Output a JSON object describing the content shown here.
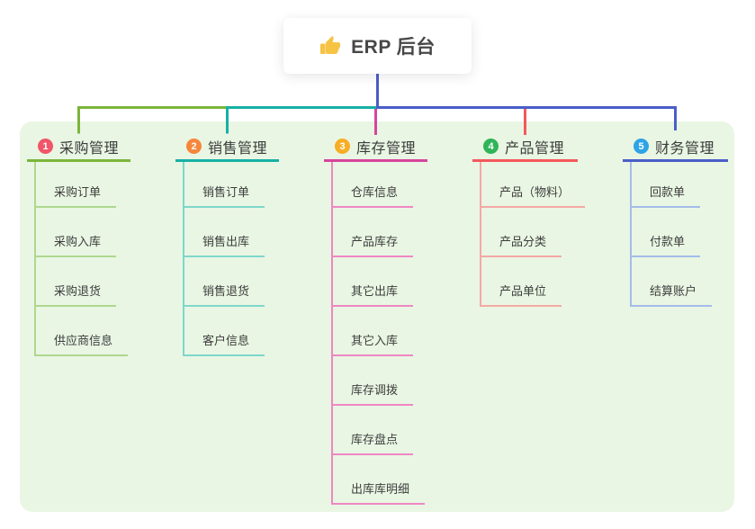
{
  "root": {
    "title": "ERP 后台",
    "icon": "thumbs-up-icon",
    "icon_color": "#F6C344"
  },
  "branches": [
    {
      "index": "1",
      "label": "采购管理",
      "badge_color": "#F0556A",
      "line_color": "#7BB53A",
      "light_line_color": "#AFD78F",
      "children": [
        "采购订单",
        "采购入库",
        "采购退货",
        "供应商信息"
      ]
    },
    {
      "index": "2",
      "label": "销售管理",
      "badge_color": "#F6863C",
      "line_color": "#17B0A5",
      "light_line_color": "#7ED7CC",
      "children": [
        "销售订单",
        "销售出库",
        "销售退货",
        "客户信息"
      ]
    },
    {
      "index": "3",
      "label": "库存管理",
      "badge_color": "#F7AD25",
      "line_color": "#D6459C",
      "light_line_color": "#EF87C4",
      "children": [
        "仓库信息",
        "产品库存",
        "其它出库",
        "其它入库",
        "库存调拨",
        "库存盘点",
        "出库库明细"
      ]
    },
    {
      "index": "4",
      "label": "产品管理",
      "badge_color": "#2FB45A",
      "line_color": "#F4585C",
      "light_line_color": "#F5A8A5",
      "children": [
        "产品（物料）",
        "产品分类",
        "产品单位"
      ]
    },
    {
      "index": "5",
      "label": "财务管理",
      "badge_color": "#2EA3E6",
      "line_color": "#4A5EC8",
      "light_line_color": "#A3BCE8",
      "children": [
        "回款单",
        "付款单",
        "结算账户"
      ]
    }
  ],
  "colors": {
    "canvas_bg": "#FFFFFF",
    "panel_bg": "#E9F6E3",
    "root_connector": "#4A5EC8",
    "header_text": "#3C3C3C",
    "child_text": "#3D3D3D",
    "root_text": "#474747"
  }
}
